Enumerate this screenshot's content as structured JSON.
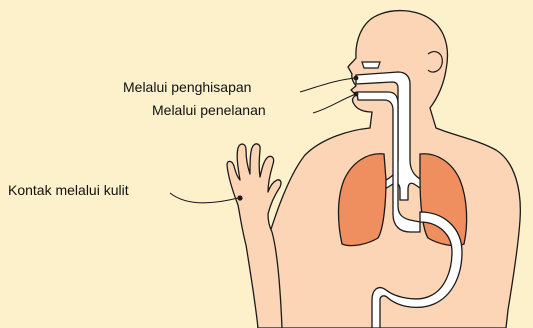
{
  "labels": {
    "inhalation": "Melalui penghisapan",
    "ingestion": "Melalui penelanan",
    "skin_contact": "Kontak melalui kulit"
  },
  "colors": {
    "background": "#fdf1cc",
    "skin": "#fbd5b5",
    "lungs": "#ef8f5f",
    "airway": "#ffffff",
    "outline": "#1a1a1a"
  }
}
